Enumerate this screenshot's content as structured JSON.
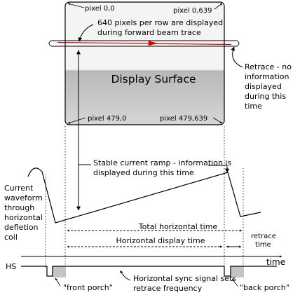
{
  "colors": {
    "screen_top": "#f4f4f4",
    "screen_bottom": "#b8b8b8",
    "beam": "#e00000",
    "porch": "#c4c4c4",
    "line": "#000000"
  },
  "screen": {
    "corner_top_left": "pixel 0,0",
    "corner_top_right": "pixel 0,639",
    "corner_bottom_left": "pixel 479,0",
    "corner_bottom_right": "pixel 479,639",
    "title": "Display Surface"
  },
  "notes": {
    "beam_line1": "640 pixels per row are displayed",
    "beam_line2": "during forward beam trace",
    "retrace_lines": [
      "Retrace - no",
      "information",
      "displayed",
      "during this",
      "time"
    ],
    "ramp_line1": "Stable current ramp - information is",
    "ramp_line2": "displayed during this time"
  },
  "waveform_label": [
    "Current",
    "waveform",
    "through",
    "horizontal",
    "defletion",
    "coil"
  ],
  "timing": {
    "total": "Total horizontal time",
    "display": "Horizontal display time",
    "retrace_line1": "retrace",
    "retrace_line2": "time",
    "time_axis": "time"
  },
  "sync": {
    "hs_label": "HS",
    "signal_line1": "Horizontal sync signal sets",
    "signal_line2": "retrace frequency",
    "front_porch": "\"front porch\"",
    "back_porch": "\"back porch\""
  }
}
